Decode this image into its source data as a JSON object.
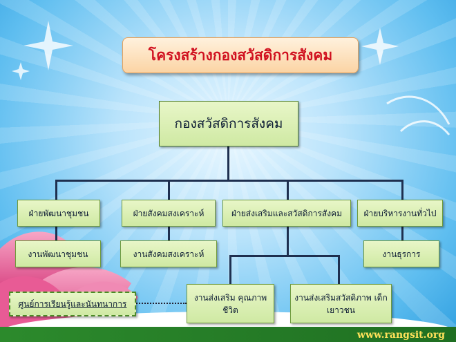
{
  "title": "โครงสร้างกองสวัสดิการสังคม",
  "root": "กองสวัสดิการสังคม",
  "divisions": [
    {
      "name": "ฝ่ายพัฒนาชุมชน",
      "units": [
        "งานพัฒนาชุมชน"
      ]
    },
    {
      "name": "ฝ่ายสังคมสงเคราะห์",
      "units": [
        "งานสังคมสงเคราะห์"
      ]
    },
    {
      "name": "ฝ่ายส่งเสริมและสวัสดิการสังคม",
      "units": [
        "งานส่งเสริม คุณภาพชีวิต",
        "งานส่งเสริมสวัสดิภาพ เด็กเยาวชน"
      ]
    },
    {
      "name": "ฝ่ายบริหารงานทั่วไป",
      "units": [
        "งานธุรการ"
      ]
    }
  ],
  "learning_center": "ศูนย์การเรียนรู้และนันทนาการ",
  "website": "www.rangsit.org"
}
